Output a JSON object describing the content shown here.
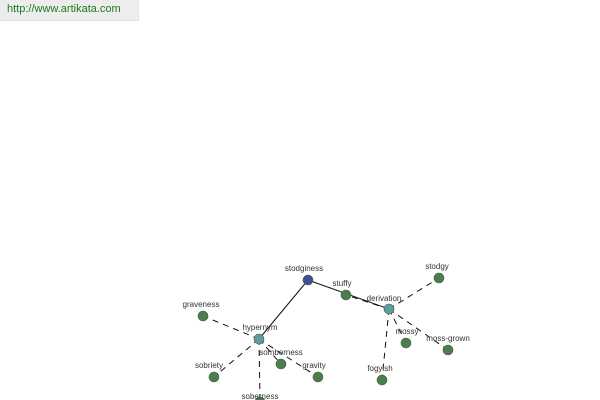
{
  "header": {
    "url_text": "http://www.artikata.com"
  },
  "colors": {
    "root": "#3d4f8f",
    "hub": "#5f9e9e",
    "leaf": "#4a7e4a",
    "link": "#1b7a1b"
  },
  "graph": {
    "nodes": [
      {
        "id": "stodginess",
        "label": "stodginess",
        "kind": "root"
      },
      {
        "id": "hypernym",
        "label": "",
        "kind": "hub"
      },
      {
        "id": "derivation",
        "label": "",
        "kind": "hub"
      },
      {
        "id": "graveness",
        "label": "graveness",
        "kind": "leaf"
      },
      {
        "id": "sobriety",
        "label": "sobriety",
        "kind": "leaf"
      },
      {
        "id": "somberness",
        "label": "somberness",
        "kind": "leaf"
      },
      {
        "id": "gravity",
        "label": "gravity",
        "kind": "leaf"
      },
      {
        "id": "soberness",
        "label": "soberness",
        "kind": "leaf"
      },
      {
        "id": "stuffy",
        "label": "stuffy",
        "kind": "leaf"
      },
      {
        "id": "stodgy",
        "label": "stodgy",
        "kind": "leaf"
      },
      {
        "id": "mossy",
        "label": "mossy",
        "kind": "leaf"
      },
      {
        "id": "moss-grown",
        "label": "moss-grown",
        "kind": "leaf"
      },
      {
        "id": "fogyish",
        "label": "fogyish",
        "kind": "leaf"
      }
    ],
    "edges": [
      {
        "from": "stodginess",
        "to": "hypernym",
        "style": "solid",
        "label": "hypernym"
      },
      {
        "from": "stodginess",
        "to": "derivation",
        "style": "solid",
        "label": "derivation"
      },
      {
        "from": "hypernym",
        "to": "graveness",
        "style": "dashed",
        "label": ""
      },
      {
        "from": "hypernym",
        "to": "sobriety",
        "style": "dashed",
        "label": ""
      },
      {
        "from": "hypernym",
        "to": "somberness",
        "style": "dashed",
        "label": ""
      },
      {
        "from": "hypernym",
        "to": "gravity",
        "style": "dashed",
        "label": ""
      },
      {
        "from": "hypernym",
        "to": "soberness",
        "style": "dashed",
        "label": ""
      },
      {
        "from": "derivation",
        "to": "stuffy",
        "style": "dashed",
        "label": ""
      },
      {
        "from": "derivation",
        "to": "stodgy",
        "style": "dashed",
        "label": ""
      },
      {
        "from": "derivation",
        "to": "mossy",
        "style": "dashed",
        "label": ""
      },
      {
        "from": "derivation",
        "to": "moss-grown",
        "style": "dashed",
        "label": ""
      },
      {
        "from": "derivation",
        "to": "fogyish",
        "style": "dashed",
        "label": ""
      }
    ]
  }
}
